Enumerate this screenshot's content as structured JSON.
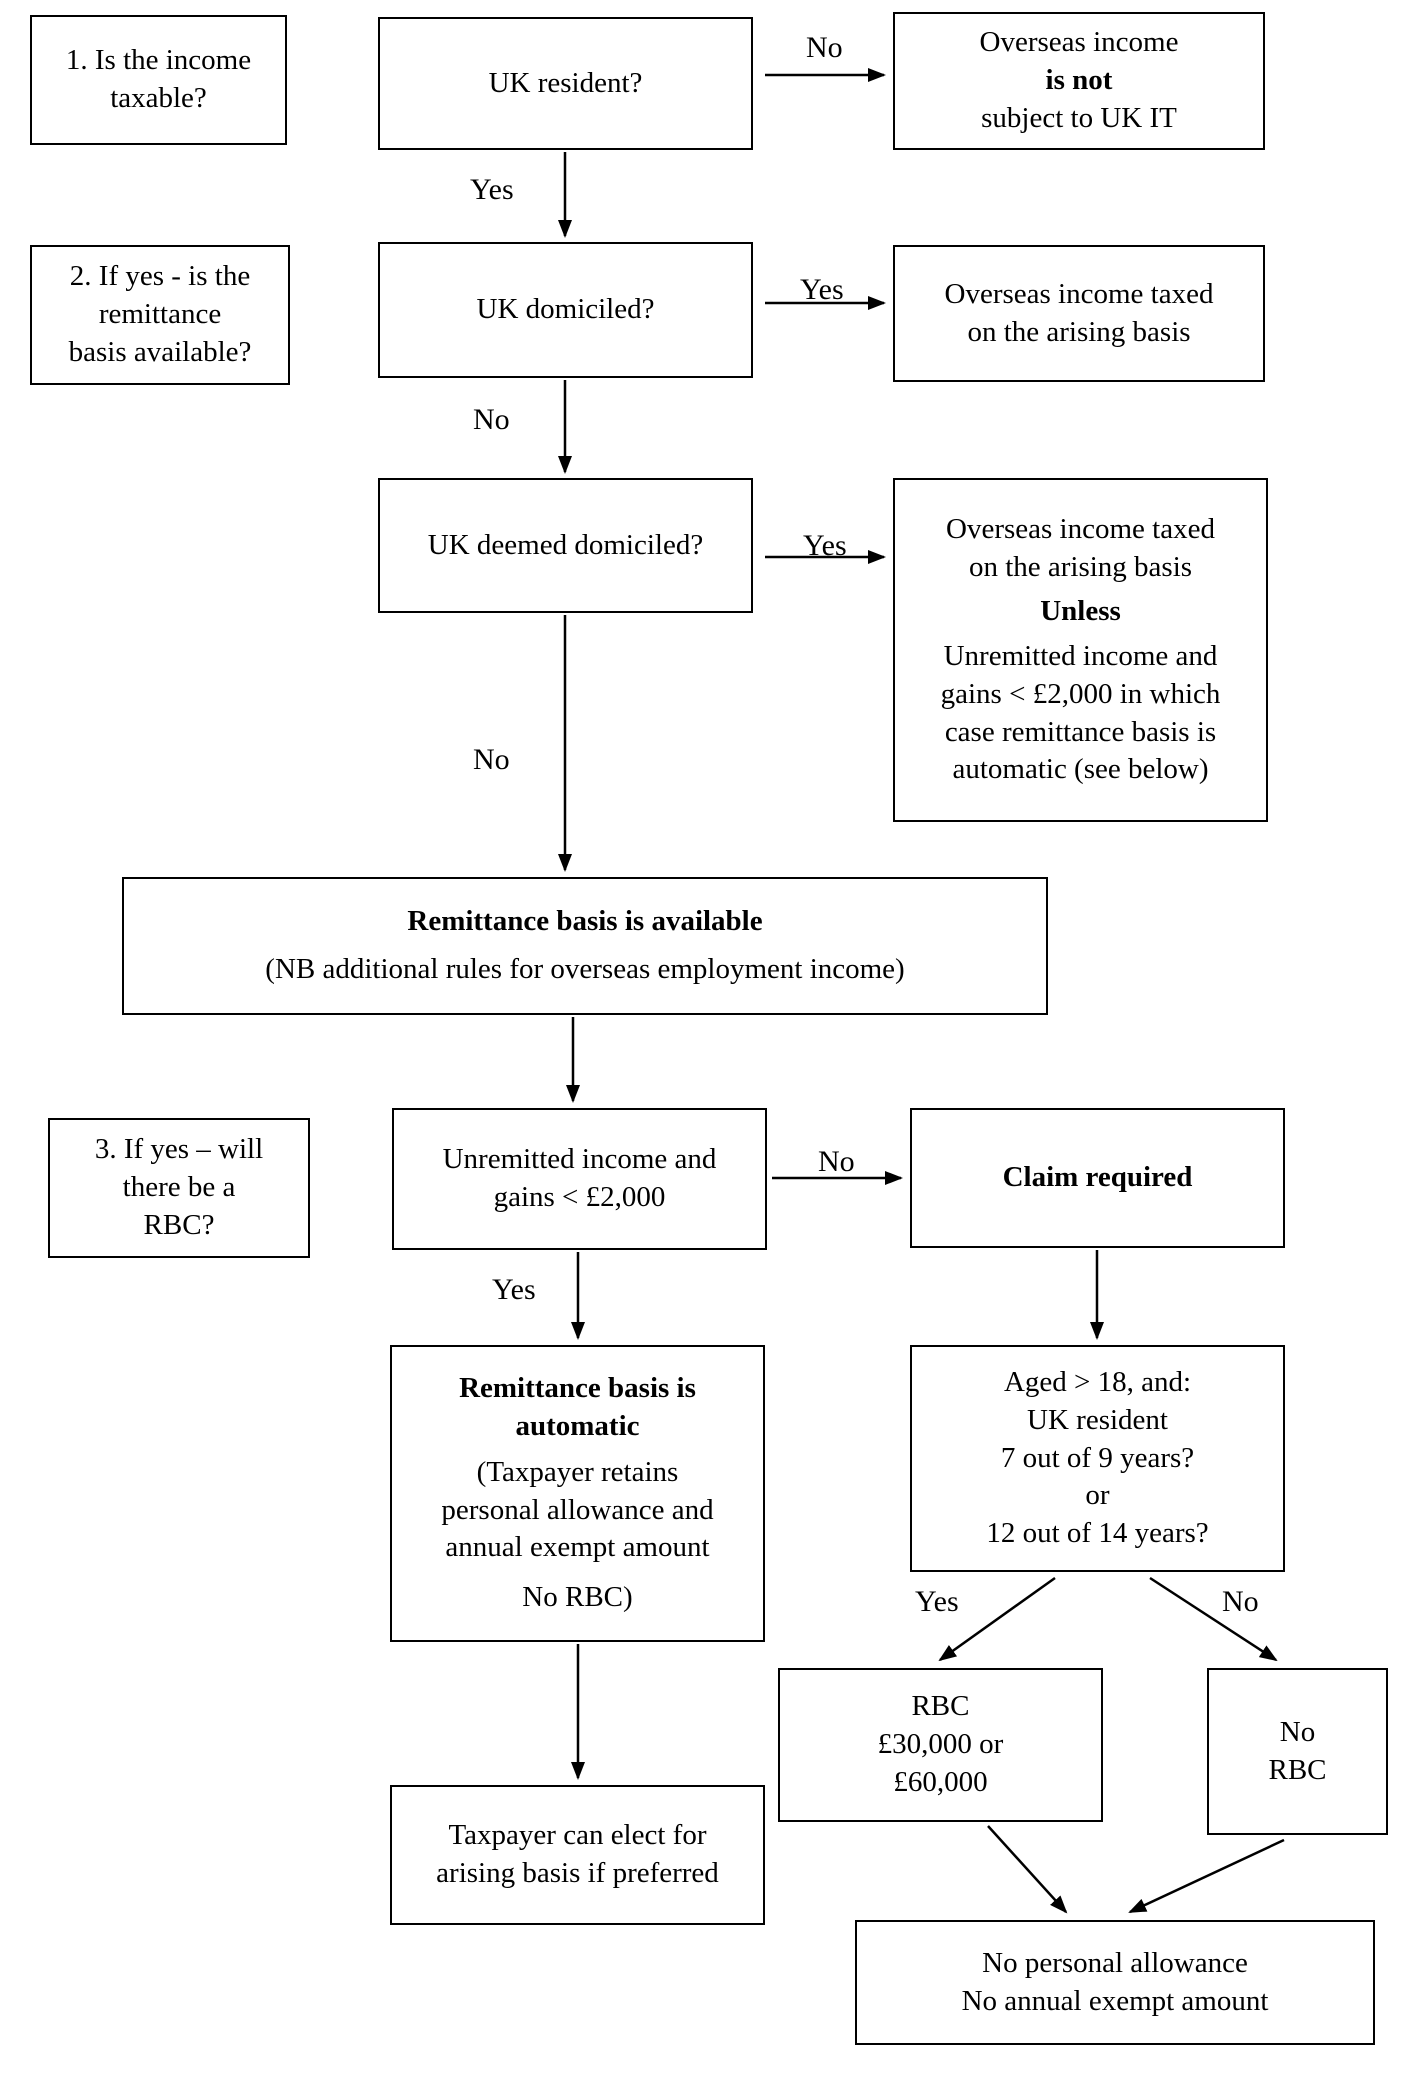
{
  "nodes": {
    "q1": "1. Is the income\ntaxable?",
    "uk_resident": "UK resident?",
    "not_subject_line1": "Overseas income",
    "not_subject_line2": "is not",
    "not_subject_line3": "subject to UK IT",
    "q2": "2. If yes - is the\nremittance\nbasis available?",
    "uk_domiciled": "UK domiciled?",
    "arising": "Overseas income taxed\non the arising basis",
    "uk_deemed": "UK deemed domiciled?",
    "unless_top": "Overseas income taxed\non the arising basis",
    "unless_bold": "Unless",
    "unless_bottom": "Unremitted income and\ngains < £2,000 in which\ncase remittance basis is\nautomatic (see below)",
    "rb_available_bold": "Remittance basis  is available",
    "rb_available_note": "(NB additional rules for overseas employment income)",
    "q3": "3. If yes – will\nthere be a\nRBC?",
    "unremitted": "Unremitted income and\ngains < £2,000",
    "claim_required": "Claim required",
    "rb_automatic_bold": "Remittance basis is\nautomatic",
    "rb_automatic_detail": "(Taxpayer retains\npersonal allowance and\nannual exempt amount",
    "rb_automatic_norbc": "No RBC)",
    "aged": "Aged > 18, and:\nUK resident\n7 out of 9 years?\nor\n12 out of 14 years?",
    "rbc": "RBC\n£30,000 or\n£60,000",
    "no_rbc": "No\nRBC",
    "elect": "Taxpayer can elect for\narising basis if preferred",
    "no_allowance": "No personal allowance\nNo annual exempt amount"
  },
  "labels": {
    "resident_no": "No",
    "resident_yes": "Yes",
    "domiciled_yes": "Yes",
    "domiciled_no": "No",
    "deemed_yes": "Yes",
    "deemed_no": "No",
    "unremitted_no": "No",
    "unremitted_yes": "Yes",
    "aged_yes": "Yes",
    "aged_no": "No"
  }
}
